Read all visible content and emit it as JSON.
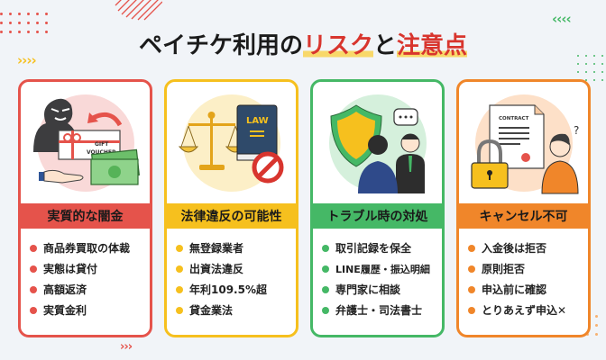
{
  "title": {
    "part1": "ペイチケ利用の",
    "highlight1": "リスク",
    "part2": "と",
    "highlight2": "注意点"
  },
  "colors": {
    "background": "#f1f4f8",
    "red": "#e5534b",
    "yellow": "#f6c01e",
    "green": "#45b866",
    "orange": "#f0862a",
    "title_highlight": "#d8352e"
  },
  "decorations": {
    "left_chevrons": "››››",
    "right_chevrons": "‹‹‹‹",
    "bottom_chevrons": "›››"
  },
  "cards": [
    {
      "heading": "実質的な闇金",
      "illustration": "thief-gift-voucher-cash-icon",
      "bullets": [
        "商品券買取の体裁",
        "実態は貸付",
        "高額返済",
        "実質金利"
      ]
    },
    {
      "heading": "法律違反の可能性",
      "illustration": "law-scale-prohibited-icon",
      "illus_text": "LAW",
      "bullets": [
        "無登録業者",
        "出資法違反",
        "年利109.5%超",
        "貸金業法"
      ]
    },
    {
      "heading": "トラブル時の対処",
      "illustration": "shield-consultation-icon",
      "bullets": [
        "取引記録を保全",
        "LINE履歴・振込明細",
        "専門家に相談",
        "弁護士・司法書士"
      ]
    },
    {
      "heading": "キャンセル不可",
      "illustration": "locked-contract-confused-person-icon",
      "illus_text": "CONTRACT",
      "bullets": [
        "入金後は拒否",
        "原則拒否",
        "申込前に確認",
        "とりあえず申込✕"
      ]
    }
  ]
}
